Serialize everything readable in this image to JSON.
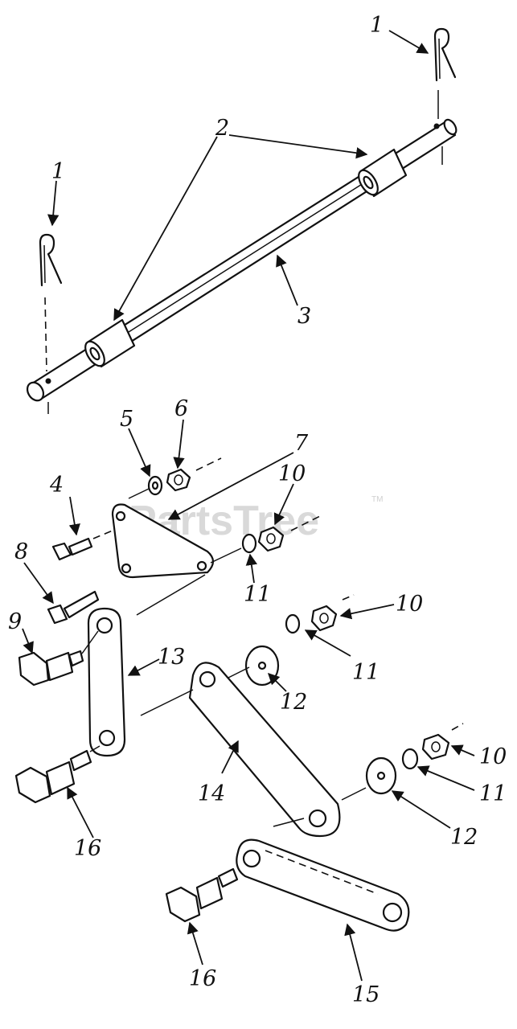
{
  "watermark": {
    "text": "PartsTree",
    "trademark": "TM"
  },
  "callouts": {
    "c1_right": "1",
    "c1_left": "1",
    "c2": "2",
    "c3": "3",
    "c4": "4",
    "c5": "5",
    "c6": "6",
    "c7": "7",
    "c8": "8",
    "c9": "9",
    "c10_a": "10",
    "c10_b": "10",
    "c10_c": "10",
    "c11_a": "11",
    "c11_b": "11",
    "c11_c": "11",
    "c12_a": "12",
    "c12_b": "12",
    "c13": "13",
    "c14": "14",
    "c15": "15",
    "c16_a": "16",
    "c16_b": "16"
  }
}
